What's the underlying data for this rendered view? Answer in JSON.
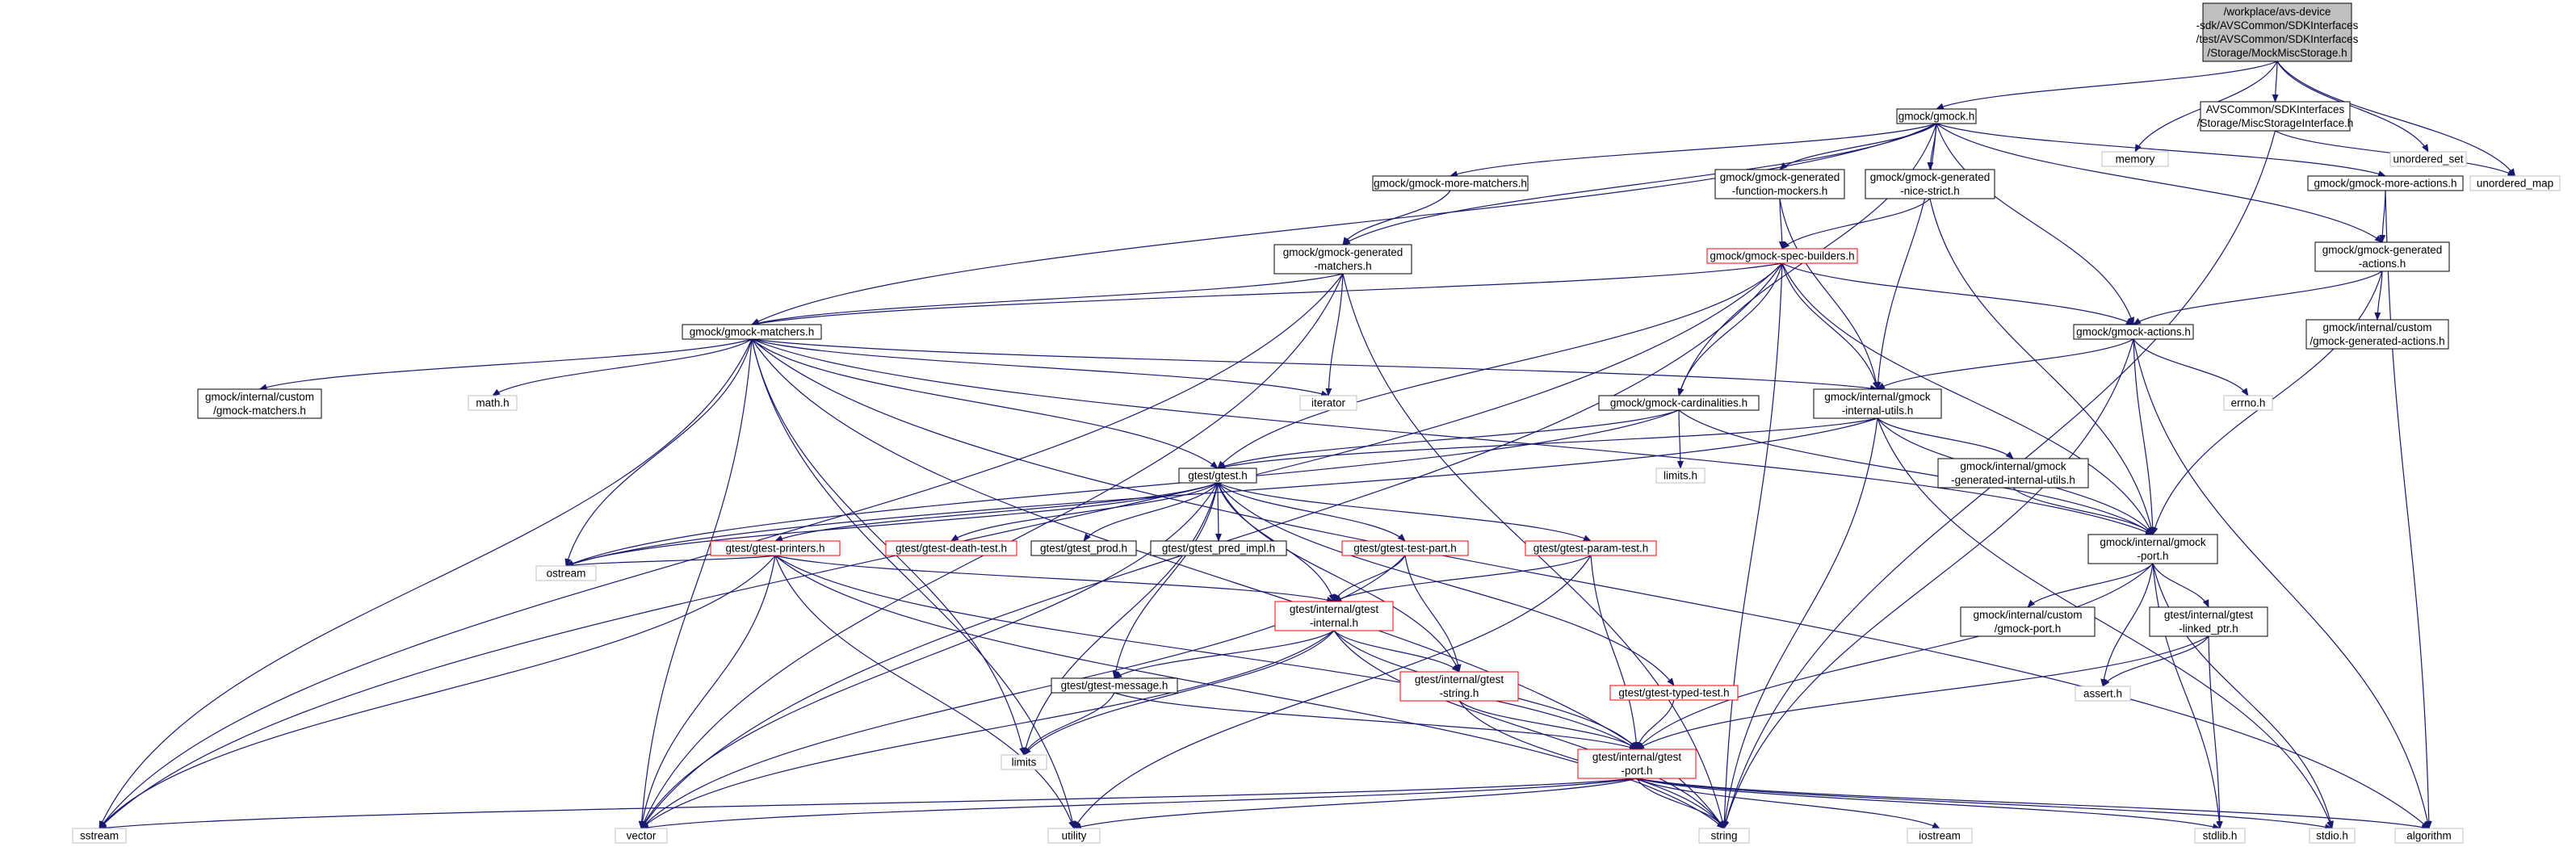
{
  "colors": {
    "edge": "#191970",
    "node_border": "#000000",
    "missing_border": "#bfbfbf",
    "incomplete_border": "#ff0000",
    "root_fill": "#bfbfbf"
  },
  "nodes": [
    {
      "id": "root",
      "lines": [
        "/workplace/avs-device",
        "-sdk/AVSCommon/SDKInterfaces",
        "/test/AVSCommon/SDKInterfaces",
        "/Storage/MockMiscStorage.h"
      ],
      "kind": "root"
    },
    {
      "id": "gmock",
      "lines": [
        "gmock/gmock.h"
      ],
      "kind": "normal"
    },
    {
      "id": "memory",
      "lines": [
        "memory"
      ],
      "kind": "missing"
    },
    {
      "id": "miscstorage",
      "lines": [
        "AVSCommon/SDKInterfaces",
        "/Storage/MiscStorageInterface.h"
      ],
      "kind": "normal"
    },
    {
      "id": "unordered_set",
      "lines": [
        "unordered_set"
      ],
      "kind": "missing"
    },
    {
      "id": "unordered_map",
      "lines": [
        "unordered_map"
      ],
      "kind": "missing"
    },
    {
      "id": "more_matchers",
      "lines": [
        "gmock/gmock-more-matchers.h"
      ],
      "kind": "normal"
    },
    {
      "id": "gen_fn_mockers",
      "lines": [
        "gmock/gmock-generated",
        "-function-mockers.h"
      ],
      "kind": "normal"
    },
    {
      "id": "gen_nice_strict",
      "lines": [
        "gmock/gmock-generated",
        "-nice-strict.h"
      ],
      "kind": "normal"
    },
    {
      "id": "more_actions",
      "lines": [
        "gmock/gmock-more-actions.h"
      ],
      "kind": "normal"
    },
    {
      "id": "gen_matchers",
      "lines": [
        "gmock/gmock-generated",
        "-matchers.h"
      ],
      "kind": "normal"
    },
    {
      "id": "spec_builders",
      "lines": [
        "gmock/gmock-spec-builders.h"
      ],
      "kind": "incomplete"
    },
    {
      "id": "gen_actions",
      "lines": [
        "gmock/gmock-generated",
        "-actions.h"
      ],
      "kind": "normal"
    },
    {
      "id": "matchers",
      "lines": [
        "gmock/gmock-matchers.h"
      ],
      "kind": "normal"
    },
    {
      "id": "actions",
      "lines": [
        "gmock/gmock-actions.h"
      ],
      "kind": "normal"
    },
    {
      "id": "custom_gen_actions",
      "lines": [
        "gmock/internal/custom",
        "/gmock-generated-actions.h"
      ],
      "kind": "normal"
    },
    {
      "id": "custom_matchers",
      "lines": [
        "gmock/internal/custom",
        "/gmock-matchers.h"
      ],
      "kind": "normal"
    },
    {
      "id": "math",
      "lines": [
        "math.h"
      ],
      "kind": "missing"
    },
    {
      "id": "iterator",
      "lines": [
        "iterator"
      ],
      "kind": "missing"
    },
    {
      "id": "cardinalities",
      "lines": [
        "gmock/gmock-cardinalities.h"
      ],
      "kind": "normal"
    },
    {
      "id": "internal_utils",
      "lines": [
        "gmock/internal/gmock",
        "-internal-utils.h"
      ],
      "kind": "normal"
    },
    {
      "id": "errno",
      "lines": [
        "errno.h"
      ],
      "kind": "missing"
    },
    {
      "id": "limits_h",
      "lines": [
        "limits.h"
      ],
      "kind": "missing"
    },
    {
      "id": "gtest",
      "lines": [
        "gtest/gtest.h"
      ],
      "kind": "normal"
    },
    {
      "id": "gen_internal_utils",
      "lines": [
        "gmock/internal/gmock",
        "-generated-internal-utils.h"
      ],
      "kind": "normal"
    },
    {
      "id": "gmock_port",
      "lines": [
        "gmock/internal/gmock",
        "-port.h"
      ],
      "kind": "normal"
    },
    {
      "id": "printers",
      "lines": [
        "gtest/gtest-printers.h"
      ],
      "kind": "incomplete"
    },
    {
      "id": "death_test",
      "lines": [
        "gtest/gtest-death-test.h"
      ],
      "kind": "incomplete"
    },
    {
      "id": "gtest_prod",
      "lines": [
        "gtest/gtest_prod.h"
      ],
      "kind": "normal"
    },
    {
      "id": "pred_impl",
      "lines": [
        "gtest/gtest_pred_impl.h"
      ],
      "kind": "normal"
    },
    {
      "id": "test_part",
      "lines": [
        "gtest/gtest-test-part.h"
      ],
      "kind": "incomplete"
    },
    {
      "id": "param_test",
      "lines": [
        "gtest/gtest-param-test.h"
      ],
      "kind": "incomplete"
    },
    {
      "id": "ostream",
      "lines": [
        "ostream"
      ],
      "kind": "missing"
    },
    {
      "id": "gtest_internal",
      "lines": [
        "gtest/internal/gtest",
        "-internal.h"
      ],
      "kind": "incomplete"
    },
    {
      "id": "custom_port",
      "lines": [
        "gmock/internal/custom",
        "/gmock-port.h"
      ],
      "kind": "normal"
    },
    {
      "id": "linked_ptr",
      "lines": [
        "gtest/internal/gtest",
        "-linked_ptr.h"
      ],
      "kind": "normal"
    },
    {
      "id": "message",
      "lines": [
        "gtest/gtest-message.h"
      ],
      "kind": "normal"
    },
    {
      "id": "gtest_string",
      "lines": [
        "gtest/internal/gtest",
        "-string.h"
      ],
      "kind": "incomplete"
    },
    {
      "id": "typed_test",
      "lines": [
        "gtest/gtest-typed-test.h"
      ],
      "kind": "incomplete"
    },
    {
      "id": "assert",
      "lines": [
        "assert.h"
      ],
      "kind": "missing"
    },
    {
      "id": "limits",
      "lines": [
        "limits"
      ],
      "kind": "missing"
    },
    {
      "id": "gtest_port",
      "lines": [
        "gtest/internal/gtest",
        "-port.h"
      ],
      "kind": "incomplete"
    },
    {
      "id": "sstream",
      "lines": [
        "sstream"
      ],
      "kind": "missing"
    },
    {
      "id": "vector",
      "lines": [
        "vector"
      ],
      "kind": "missing"
    },
    {
      "id": "utility",
      "lines": [
        "utility"
      ],
      "kind": "missing"
    },
    {
      "id": "string",
      "lines": [
        "string"
      ],
      "kind": "missing"
    },
    {
      "id": "iostream",
      "lines": [
        "iostream"
      ],
      "kind": "missing"
    },
    {
      "id": "stdlib",
      "lines": [
        "stdlib.h"
      ],
      "kind": "missing"
    },
    {
      "id": "stdio",
      "lines": [
        "stdio.h"
      ],
      "kind": "missing"
    },
    {
      "id": "algorithm",
      "lines": [
        "algorithm"
      ],
      "kind": "missing"
    }
  ],
  "edges": [
    [
      "root",
      "gmock"
    ],
    [
      "root",
      "memory"
    ],
    [
      "root",
      "miscstorage"
    ],
    [
      "root",
      "unordered_set"
    ],
    [
      "root",
      "unordered_map"
    ],
    [
      "miscstorage",
      "unordered_map"
    ],
    [
      "miscstorage",
      "string"
    ],
    [
      "gmock",
      "more_matchers"
    ],
    [
      "gmock",
      "gen_fn_mockers"
    ],
    [
      "gmock",
      "gen_nice_strict"
    ],
    [
      "gmock",
      "more_actions"
    ],
    [
      "gmock",
      "gen_matchers"
    ],
    [
      "gmock",
      "matchers"
    ],
    [
      "gmock",
      "cardinalities"
    ],
    [
      "gmock",
      "internal_utils"
    ],
    [
      "gmock",
      "actions"
    ],
    [
      "gmock",
      "gen_actions"
    ],
    [
      "more_matchers",
      "gen_matchers"
    ],
    [
      "gen_fn_mockers",
      "spec_builders"
    ],
    [
      "gen_fn_mockers",
      "internal_utils"
    ],
    [
      "gen_nice_strict",
      "spec_builders"
    ],
    [
      "gen_nice_strict",
      "gmock_port"
    ],
    [
      "more_actions",
      "gen_actions"
    ],
    [
      "more_actions",
      "algorithm"
    ],
    [
      "gen_actions",
      "actions"
    ],
    [
      "gen_actions",
      "custom_gen_actions"
    ],
    [
      "gen_actions",
      "gmock_port"
    ],
    [
      "gen_matchers",
      "matchers"
    ],
    [
      "gen_matchers",
      "iterator"
    ],
    [
      "gen_matchers",
      "string"
    ],
    [
      "gen_matchers",
      "vector"
    ],
    [
      "gen_matchers",
      "sstream"
    ],
    [
      "spec_builders",
      "matchers"
    ],
    [
      "spec_builders",
      "actions"
    ],
    [
      "spec_builders",
      "cardinalities"
    ],
    [
      "spec_builders",
      "internal_utils"
    ],
    [
      "spec_builders",
      "gtest"
    ],
    [
      "spec_builders",
      "gmock_port"
    ],
    [
      "spec_builders",
      "string"
    ],
    [
      "spec_builders",
      "vector"
    ],
    [
      "spec_builders",
      "sstream"
    ],
    [
      "matchers",
      "custom_matchers"
    ],
    [
      "matchers",
      "math"
    ],
    [
      "matchers",
      "iterator"
    ],
    [
      "matchers",
      "internal_utils"
    ],
    [
      "matchers",
      "gtest"
    ],
    [
      "matchers",
      "gmock_port"
    ],
    [
      "matchers",
      "ostream"
    ],
    [
      "matchers",
      "limits"
    ],
    [
      "matchers",
      "sstream"
    ],
    [
      "matchers",
      "vector"
    ],
    [
      "matchers",
      "utility"
    ],
    [
      "matchers",
      "string"
    ],
    [
      "matchers",
      "algorithm"
    ],
    [
      "actions",
      "internal_utils"
    ],
    [
      "actions",
      "errno"
    ],
    [
      "actions",
      "gmock_port"
    ],
    [
      "actions",
      "algorithm"
    ],
    [
      "actions",
      "string"
    ],
    [
      "cardinalities",
      "gtest"
    ],
    [
      "cardinalities",
      "limits_h"
    ],
    [
      "cardinalities",
      "gmock_port"
    ],
    [
      "cardinalities",
      "ostream"
    ],
    [
      "internal_utils",
      "gen_internal_utils"
    ],
    [
      "internal_utils",
      "gmock_port"
    ],
    [
      "internal_utils",
      "gtest"
    ],
    [
      "internal_utils",
      "stdio"
    ],
    [
      "internal_utils",
      "string"
    ],
    [
      "internal_utils",
      "ostream"
    ],
    [
      "gen_internal_utils",
      "gmock_port"
    ],
    [
      "gmock_port",
      "custom_port"
    ],
    [
      "gmock_port",
      "linked_ptr"
    ],
    [
      "gmock_port",
      "assert"
    ],
    [
      "gmock_port",
      "gtest_port"
    ],
    [
      "gmock_port",
      "stdlib"
    ],
    [
      "gmock_port",
      "stdio"
    ],
    [
      "gtest",
      "printers"
    ],
    [
      "gtest",
      "death_test"
    ],
    [
      "gtest",
      "gtest_prod"
    ],
    [
      "gtest",
      "pred_impl"
    ],
    [
      "gtest",
      "test_part"
    ],
    [
      "gtest",
      "param_test"
    ],
    [
      "gtest",
      "typed_test"
    ],
    [
      "gtest",
      "gtest_internal"
    ],
    [
      "gtest",
      "message"
    ],
    [
      "gtest",
      "gtest_string"
    ],
    [
      "gtest",
      "ostream"
    ],
    [
      "gtest",
      "vector"
    ],
    [
      "gtest",
      "limits"
    ],
    [
      "printers",
      "ostream"
    ],
    [
      "printers",
      "gtest_internal"
    ],
    [
      "printers",
      "gtest_port"
    ],
    [
      "printers",
      "sstream"
    ],
    [
      "printers",
      "vector"
    ],
    [
      "printers",
      "utility"
    ],
    [
      "printers",
      "string"
    ],
    [
      "test_part",
      "gtest_internal"
    ],
    [
      "test_part",
      "gtest_string"
    ],
    [
      "test_part",
      "vector"
    ],
    [
      "param_test",
      "gtest_internal"
    ],
    [
      "param_test",
      "gtest_port"
    ],
    [
      "param_test",
      "utility"
    ],
    [
      "gtest_internal",
      "message"
    ],
    [
      "gtest_internal",
      "gtest_string"
    ],
    [
      "gtest_internal",
      "gtest_port"
    ],
    [
      "gtest_internal",
      "limits"
    ],
    [
      "gtest_internal",
      "vector"
    ],
    [
      "gtest_internal",
      "string"
    ],
    [
      "linked_ptr",
      "assert"
    ],
    [
      "linked_ptr",
      "stdlib"
    ],
    [
      "linked_ptr",
      "gtest_port"
    ],
    [
      "message",
      "limits"
    ],
    [
      "message",
      "gtest_port"
    ],
    [
      "gtest_string",
      "gtest_port"
    ],
    [
      "gtest_string",
      "string"
    ],
    [
      "typed_test",
      "gtest_port"
    ],
    [
      "gtest_port",
      "sstream"
    ],
    [
      "gtest_port",
      "vector"
    ],
    [
      "gtest_port",
      "utility"
    ],
    [
      "gtest_port",
      "string"
    ],
    [
      "gtest_port",
      "iostream"
    ],
    [
      "gtest_port",
      "stdlib"
    ],
    [
      "gtest_port",
      "stdio"
    ],
    [
      "gtest_port",
      "algorithm"
    ]
  ]
}
